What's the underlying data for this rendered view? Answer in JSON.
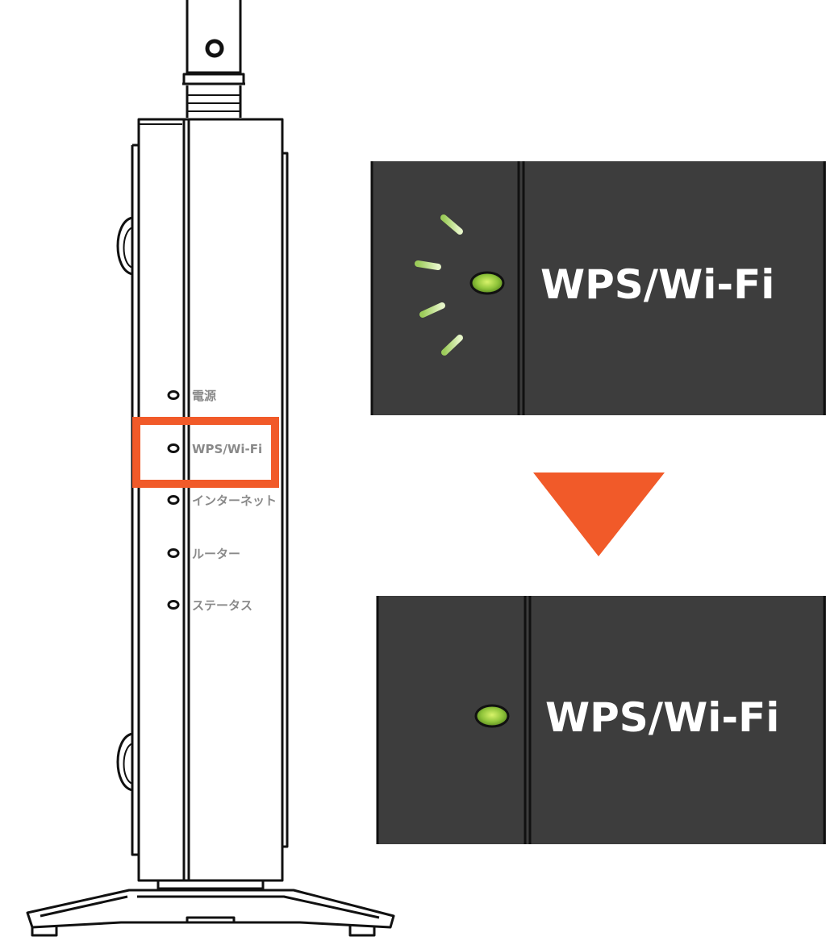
{
  "router": {
    "leds": [
      {
        "label": "電源"
      },
      {
        "label": "WPS/Wi-Fi",
        "highlighted": true
      },
      {
        "label": "インターネット"
      },
      {
        "label": "ルーター"
      },
      {
        "label": "ステータス"
      }
    ],
    "highlight_color": "#f15a29"
  },
  "panel_blinking": {
    "label": "WPS/Wi-Fi",
    "led_state": "blinking",
    "led_color": "#7ac143"
  },
  "panel_steady": {
    "label": "WPS/Wi-Fi",
    "led_state": "on",
    "led_color": "#7ac143"
  },
  "arrow": {
    "direction": "down",
    "color": "#f15a29"
  },
  "colors": {
    "panel_bg": "#3d3d3d",
    "outline": "#111111"
  }
}
